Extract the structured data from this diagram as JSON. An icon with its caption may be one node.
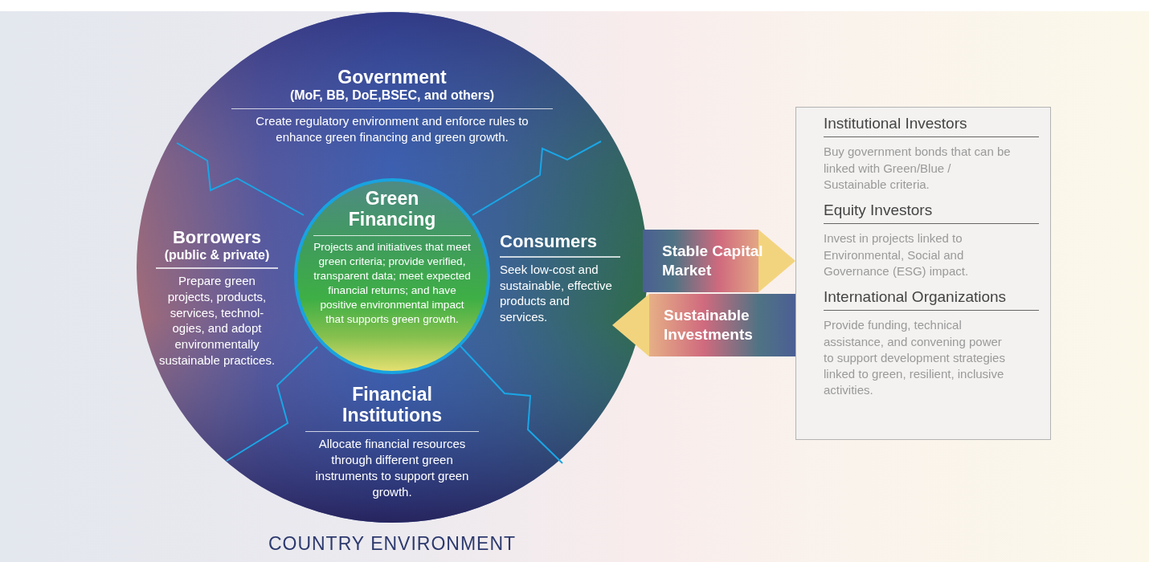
{
  "diagram": {
    "nodes": [
      {
        "text": [
          "COUNTRY ENVIRONMENT"
        ]
      },
      {
        "text": [
          "Government",
          "(MoF, BB, DoE,BSEC, and others)",
          "Create regulatory environment and enforce rules to enhance green financing and green growth."
        ],
        "in": 0
      },
      {
        "text": [
          "Borrowers",
          "(public & private)",
          "Prepare green projects, products, services, technol- ogies, and adopt environmentally sustainable practices."
        ],
        "in": 0
      },
      {
        "text": [
          "Green Financing",
          "Projects and initiatives that meet green criteria; provide verified, transparent data; meet expected financial returns; and have positive environmental impact that supports green growth."
        ],
        "in": 0
      },
      {
        "text": [
          "Consumers",
          "Seek low-cost and sustainable, effective products and services."
        ],
        "in": 0
      },
      {
        "text": [
          "Financial Institutions",
          "Allocate financial resources through different green instruments to support green growth."
        ],
        "in": 0
      },
      {
        "text": [],
        "shape": "box"
      },
      {
        "text": [
          "Institutional Investors",
          "Buy government bonds that can be linked with Green/Blue / Sustainable criteria."
        ],
        "in": 6
      },
      {
        "text": [
          "Equity Investors",
          "Invest in projects linked to Environmental, Social and Governance (ESG) impact."
        ],
        "in": 6
      },
      {
        "text": [
          "International Organizations",
          "Provide funding, technical assistance, and convening power to support development strategies linked to green, resilient, inclusive activities."
        ],
        "in": 6
      }
    ],
    "edges": [
      {
        "from": 0,
        "to": 6,
        "arrow": "to",
        "label": "Stable Capital Market",
        "style": "thick"
      },
      {
        "from": 6,
        "to": 0,
        "arrow": "to",
        "label": "Sustainable Investments",
        "style": "thick"
      }
    ]
  }
}
